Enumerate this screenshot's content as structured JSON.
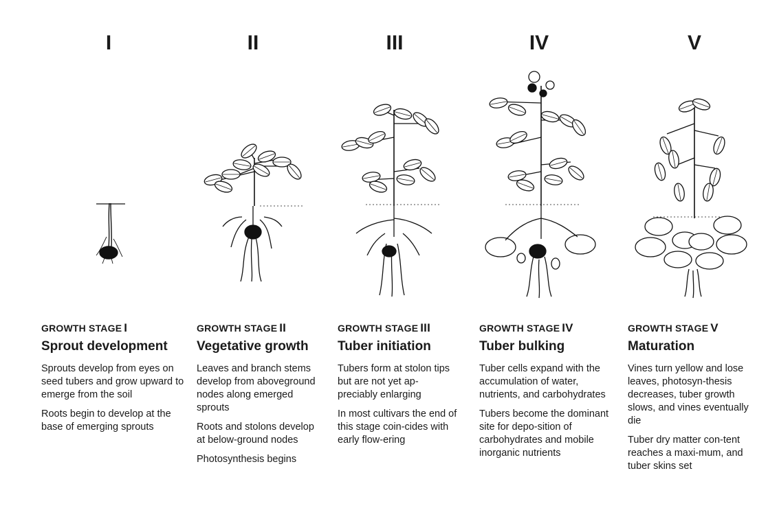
{
  "stages": [
    {
      "numeral": "I",
      "label": "GROWTH STAGE",
      "roman": "I",
      "name": "Sprout development",
      "paragraphs": [
        "Sprouts develop from eyes on seed tubers and grow upward to emerge from the soil",
        "Roots begin to develop at the base of emerging sprouts"
      ]
    },
    {
      "numeral": "II",
      "label": "GROWTH STAGE",
      "roman": "II",
      "name": "Vegetative growth",
      "paragraphs": [
        "Leaves and branch stems develop from aboveground nodes along emerged sprouts",
        "Roots and stolons develop at below-ground nodes",
        "Photosynthesis begins"
      ]
    },
    {
      "numeral": "III",
      "label": "GROWTH STAGE",
      "roman": "III",
      "name": "Tuber initiation",
      "paragraphs": [
        "Tubers form at stolon tips but are not yet ap-preciably enlarging",
        "In most cultivars the end of this stage coin-cides with early flow-ering"
      ]
    },
    {
      "numeral": "IV",
      "label": "GROWTH STAGE",
      "roman": "IV",
      "name": "Tuber bulking",
      "paragraphs": [
        "Tuber cells expand with the accumulation of water, nutrients, and carbohydrates",
        "Tubers become the dominant site for depo-sition of carbohydrates and mobile inorganic nutrients"
      ]
    },
    {
      "numeral": "V",
      "label": "GROWTH STAGE",
      "roman": "V",
      "name": "Maturation",
      "paragraphs": [
        "Vines turn yellow and lose leaves, photosyn-thesis decreases, tuber growth slows, and vines eventually die",
        "Tuber dry matter con-tent reaches a maxi-mum, and tuber skins set"
      ]
    }
  ]
}
